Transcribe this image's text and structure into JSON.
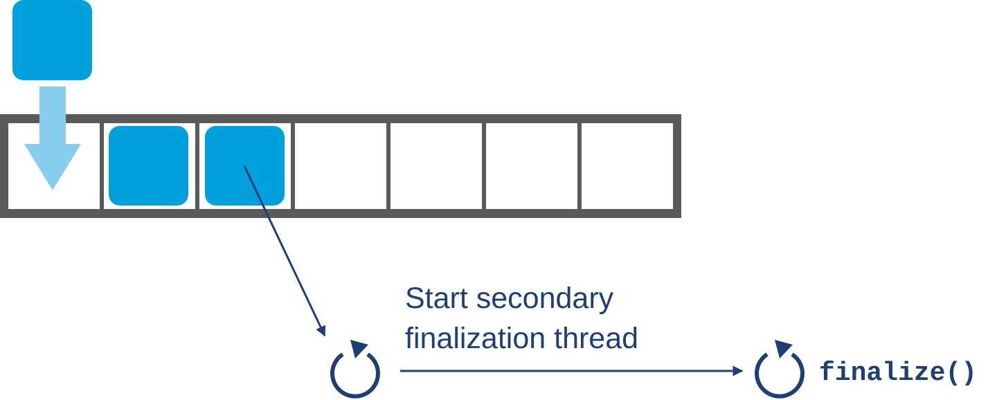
{
  "colors": {
    "object_fill": "#00a0dc",
    "drop_arrow": "#87ceee",
    "queue_frame": "#5a5a5a",
    "queue_cell": "#ffffff",
    "flow_color": "#1f3e73"
  },
  "queue": {
    "slot_count": 7,
    "filled_slots": [
      1,
      2
    ]
  },
  "incoming_object": "rounded-square",
  "thread_label": {
    "line1": "Start secondary",
    "line2": "finalization thread"
  },
  "finalize_call": "finalize()",
  "icons": {
    "thread_start": "refresh-icon",
    "finalize": "refresh-icon"
  }
}
